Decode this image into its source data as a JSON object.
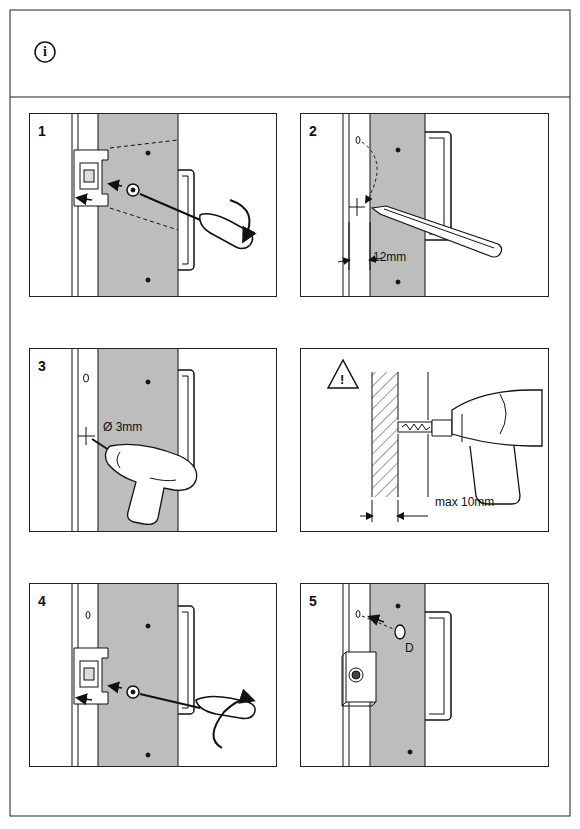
{
  "diagram": {
    "nodes": [
      {
        "text": [
          "1"
        ]
      },
      {
        "text": [
          "2",
          "12mm"
        ]
      },
      {
        "text": [
          "3",
          "Ø 3mm"
        ]
      },
      {
        "text": [
          "!",
          "max 10mm"
        ]
      },
      {
        "text": [
          "4"
        ]
      },
      {
        "text": [
          "5",
          "D"
        ]
      }
    ],
    "labels": [
      "i"
    ]
  }
}
